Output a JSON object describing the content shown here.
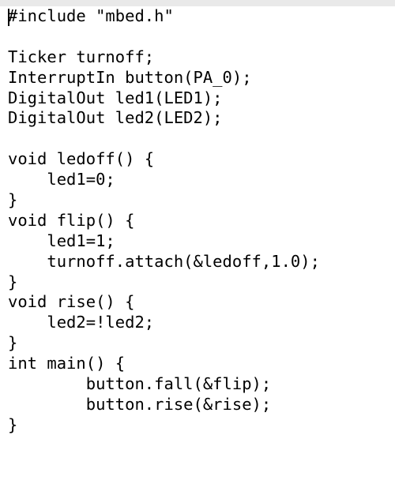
{
  "editor": {
    "lines": [
      "#include \"mbed.h\"",
      "",
      "Ticker turnoff;",
      "InterruptIn button(PA_0);",
      "DigitalOut led1(LED1);",
      "DigitalOut led2(LED2);",
      "",
      "void ledoff() {",
      "    led1=0;",
      "}",
      "void flip() {",
      "    led1=1;",
      "    turnoff.attach(&ledoff,1.0);",
      "}",
      "void rise() {",
      "    led2=!led2;",
      "}",
      "int main() {",
      "        button.fall(&flip);",
      "        button.rise(&rise);",
      "}"
    ]
  }
}
